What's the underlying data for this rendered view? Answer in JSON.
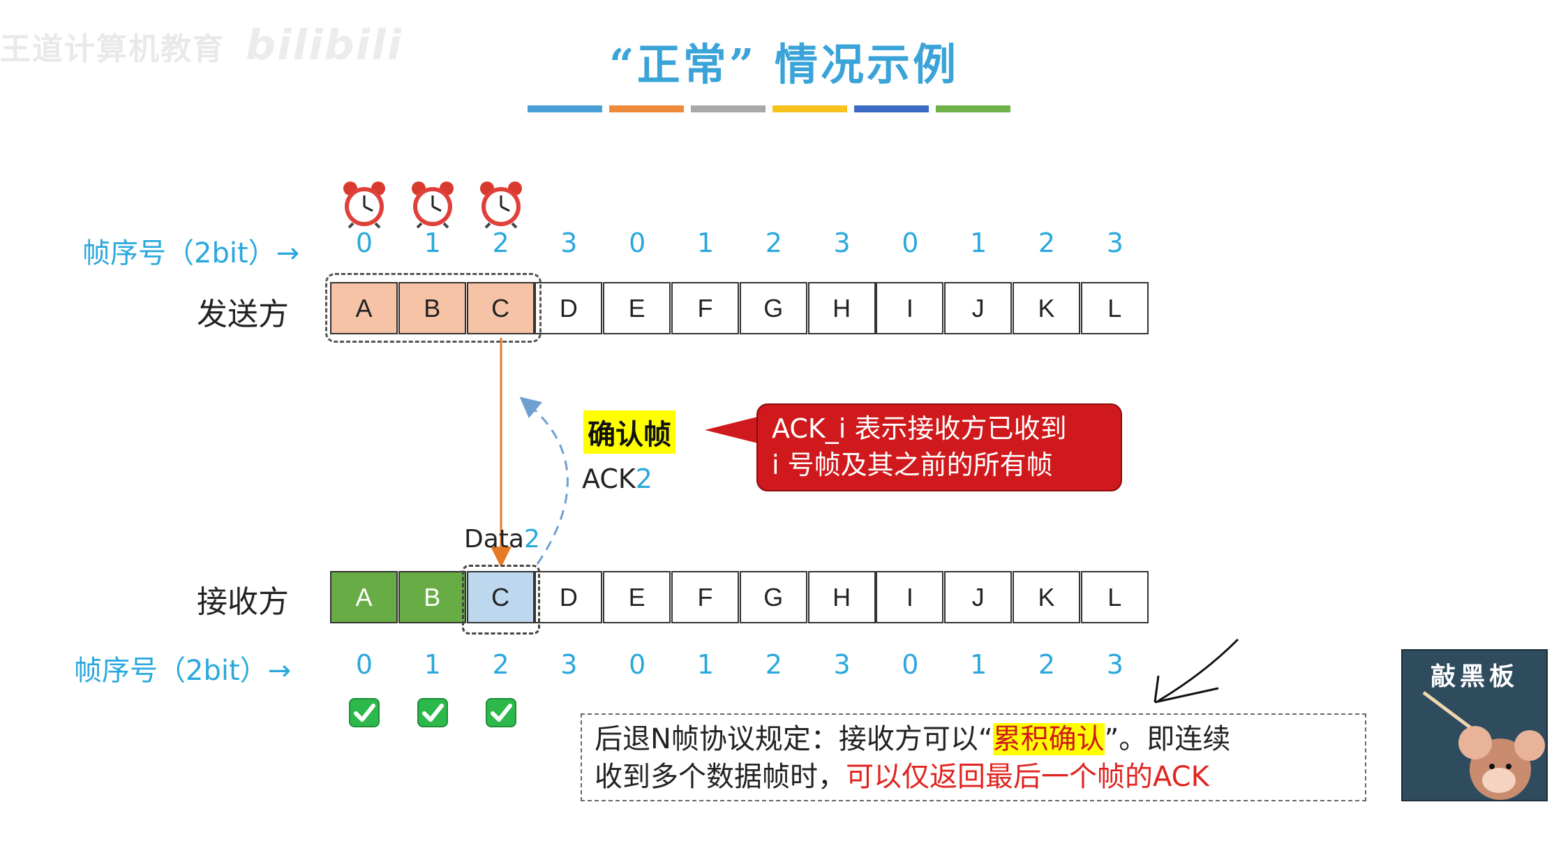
{
  "watermark": {
    "text": "王道计算机教育",
    "brand": "bilibili"
  },
  "title": "“正常” 情况示例",
  "color_bars": [
    "#4a9fd8",
    "#ee8a3a",
    "#a8a8a8",
    "#f7c21b",
    "#3a6bc4",
    "#71b14a"
  ],
  "sender": {
    "seq_label": "帧序号（2bit）→",
    "role_label": "发送方",
    "seq_numbers": [
      "0",
      "1",
      "2",
      "3",
      "0",
      "1",
      "2",
      "3",
      "0",
      "1",
      "2",
      "3"
    ],
    "frames": [
      "A",
      "B",
      "C",
      "D",
      "E",
      "F",
      "G",
      "H",
      "I",
      "J",
      "K",
      "L"
    ],
    "sent_count": 3,
    "clock_icon": "alarm-clock-icon"
  },
  "receiver": {
    "seq_label": "帧序号（2bit）→",
    "role_label": "接收方",
    "seq_numbers": [
      "0",
      "1",
      "2",
      "3",
      "0",
      "1",
      "2",
      "3",
      "0",
      "1",
      "2",
      "3"
    ],
    "frames": [
      "A",
      "B",
      "C",
      "D",
      "E",
      "F",
      "G",
      "H",
      "I",
      "J",
      "K",
      "L"
    ],
    "received_count": 2,
    "window_index": 2,
    "check_icon": "check-mark-icon"
  },
  "ack_frame_label": "确认帧",
  "ack": {
    "prefix": "ACK",
    "num": "2"
  },
  "data": {
    "prefix": "Data",
    "num": "2"
  },
  "callout": {
    "line1_term": "ACK_i",
    "line1_rest": "表示接收方已收到",
    "line2": "i 号帧及其之前的所有帧"
  },
  "note": {
    "line1_prefix": "后退N帧协议规定：接收方可以“",
    "line1_highlight": "累积确认",
    "line1_suffix": "”。即连续",
    "line2_prefix": "收到多个数据帧时，",
    "line2_highlight": "可以仅返回最后一个帧的ACK"
  },
  "sticker_label": "敲黑板",
  "colors": {
    "accent_blue": "#2aa8dd",
    "sent_fill": "#f6c3a6",
    "received_fill": "#67ac45",
    "window_fill": "#bdd7ee",
    "arrow_orange": "#e57b24",
    "ack_dashed": "#6f9fd1",
    "callout_red": "#d0191d"
  }
}
